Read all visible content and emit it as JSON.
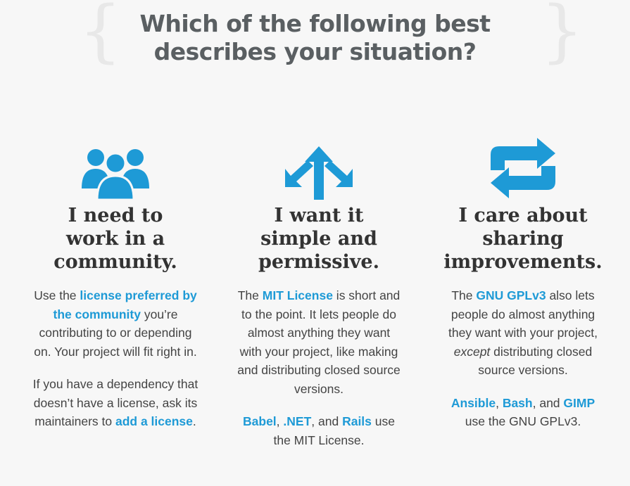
{
  "headline": {
    "line1": "Which of the following best",
    "line2": "describes your situation?"
  },
  "colors": {
    "accent": "#1e9ad6",
    "heading": "#5a5f62",
    "text": "#444444"
  },
  "columns": [
    {
      "icon": "users-icon",
      "title": [
        "I need to",
        "work in a",
        "community."
      ],
      "p1": {
        "t1": "Use the ",
        "link1": "license preferred by the community",
        "t2": " you’re contributing to or depending on. Your project will fit right in."
      },
      "p2": {
        "t1": "If you have a dependency that doesn’t have a license, ask its maintainers to ",
        "link1": "add a license",
        "t2": "."
      }
    },
    {
      "icon": "branch-arrows-icon",
      "title": [
        "I want it",
        "simple and",
        "permissive."
      ],
      "p1": {
        "t1": "The ",
        "link1": "MIT License",
        "t2": " is short and to the point. It lets people do almost anything they want with your project, like making and distributing closed source versions."
      },
      "p2": {
        "link1": "Babel",
        "sep1": ", ",
        "link2": ".NET",
        "sep2": ", and ",
        "link3": "Rails",
        "t2": " use the MIT License."
      }
    },
    {
      "icon": "repeat-arrows-icon",
      "title": [
        "I care about",
        "sharing",
        "improvements."
      ],
      "p1": {
        "t1": "The ",
        "link1": "GNU GPLv3",
        "t2": " also lets people do almost anything they want with your project, ",
        "em": "except",
        "t3": " distributing closed source versions."
      },
      "p2": {
        "link1": "Ansible",
        "sep1": ", ",
        "link2": "Bash",
        "sep2": ", and ",
        "link3": "GIMP",
        "t2": " use the GNU GPLv3."
      }
    }
  ]
}
